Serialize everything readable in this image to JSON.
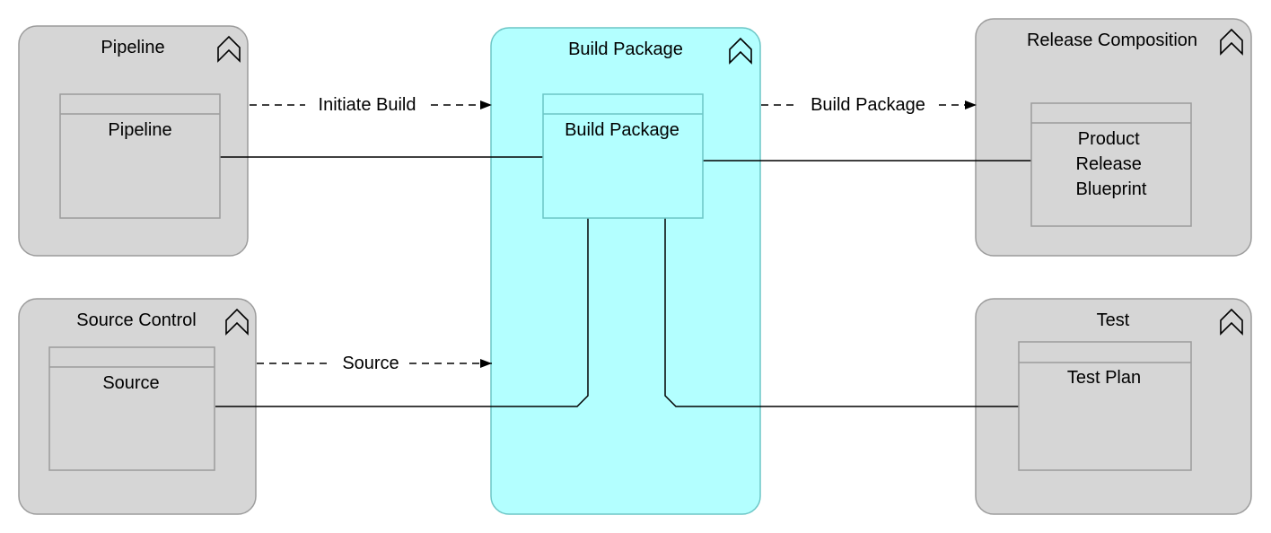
{
  "colors": {
    "group_fill": "#d6d6d6",
    "group_stroke": "#9c9c9c",
    "highlight_fill": "#b3ffff",
    "highlight_stroke": "#6cc6c6",
    "line": "#000000",
    "background": "#ffffff"
  },
  "groups": {
    "pipeline": {
      "title": "Pipeline",
      "icon": "chevron-up-icon",
      "element": "Pipeline"
    },
    "source_control": {
      "title": "Source Control",
      "icon": "chevron-up-icon",
      "element": "Source"
    },
    "build_package": {
      "title": "Build Package",
      "icon": "chevron-up-icon",
      "element": "Build Package"
    },
    "release_composition": {
      "title": "Release Composition",
      "icon": "chevron-up-icon",
      "element_lines": [
        "Product",
        "Release",
        "Blueprint"
      ]
    },
    "test": {
      "title": "Test",
      "icon": "chevron-up-icon",
      "element": "Test Plan"
    }
  },
  "flows": {
    "initiate_build": "Initiate Build",
    "source": "Source",
    "build_package": "Build Package"
  }
}
